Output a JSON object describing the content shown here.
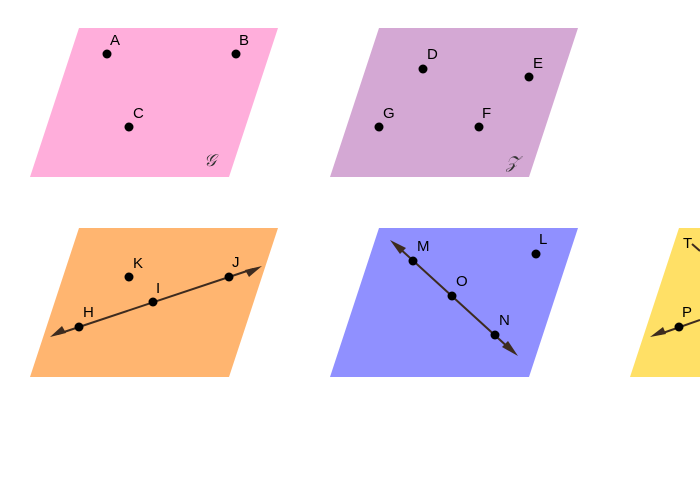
{
  "planes": [
    {
      "id": "plane-G",
      "color": "#ffaedb",
      "name": "𝒢",
      "points": [
        {
          "label": "A"
        },
        {
          "label": "B"
        },
        {
          "label": "C"
        }
      ]
    },
    {
      "id": "plane-Z",
      "color": "#d4a8d4",
      "name": "𝒵",
      "points": [
        {
          "label": "D"
        },
        {
          "label": "E"
        },
        {
          "label": "G"
        },
        {
          "label": "F"
        }
      ]
    },
    {
      "id": "plane-orange",
      "color": "#ffb570",
      "points": [
        {
          "label": "K"
        },
        {
          "label": "I"
        },
        {
          "label": "J"
        },
        {
          "label": "H"
        }
      ]
    },
    {
      "id": "plane-blue",
      "color": "#9090ff",
      "points": [
        {
          "label": "M"
        },
        {
          "label": "L"
        },
        {
          "label": "O"
        },
        {
          "label": "N"
        }
      ]
    },
    {
      "id": "plane-yellow",
      "color": "#ffe066",
      "points": [
        {
          "label": "T"
        },
        {
          "label": "P"
        }
      ]
    }
  ]
}
